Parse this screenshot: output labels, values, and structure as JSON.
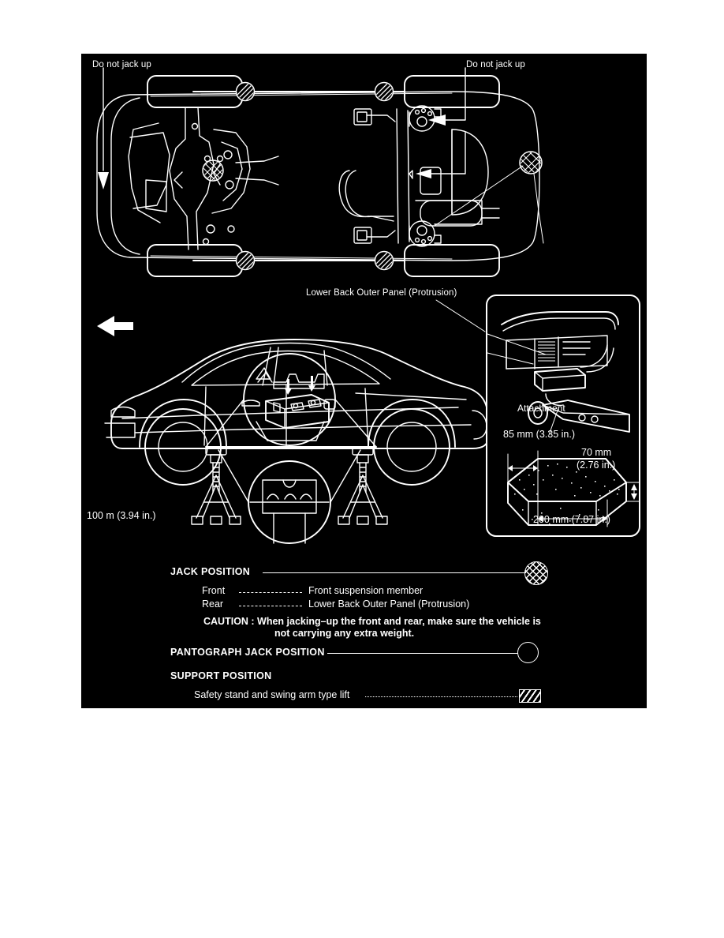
{
  "figure": {
    "background_color": "#000000",
    "line_color": "#ffffff",
    "callouts": {
      "do_not_jack_up_left": "Do not jack up",
      "do_not_jack_up_right": "Do not jack up",
      "lower_back_outer_panel": "Lower Back Outer Panel (Protrusion)",
      "attachment": "Attachment"
    },
    "dimensions": {
      "width_top": "85 mm (3.35 in.)",
      "height_right_line1": "70 mm",
      "height_right_line2": "(2.76 in.)",
      "depth_left": "100 m (3.94 in.)",
      "length_bottom": "200 mm (7.87 in.)"
    }
  },
  "legend": {
    "jack_position": {
      "title": "JACK POSITION",
      "rows": [
        {
          "position": "Front",
          "description": "Front suspension member"
        },
        {
          "position": "Rear",
          "description": "Lower Back Outer Panel (Protrusion)"
        }
      ],
      "caution_line1": "CAUTION : When jacking–up the front and rear, make sure the vehicle is",
      "caution_line2": "not carrying any extra weight.",
      "marker": "crosshatched-circle"
    },
    "pantograph_jack_position": {
      "title": "PANTOGRAPH JACK POSITION",
      "marker": "open-circle"
    },
    "support_position": {
      "title": "SUPPORT POSITION",
      "item": "Safety stand and swing arm type lift",
      "marker": "hatched-rectangle"
    }
  }
}
